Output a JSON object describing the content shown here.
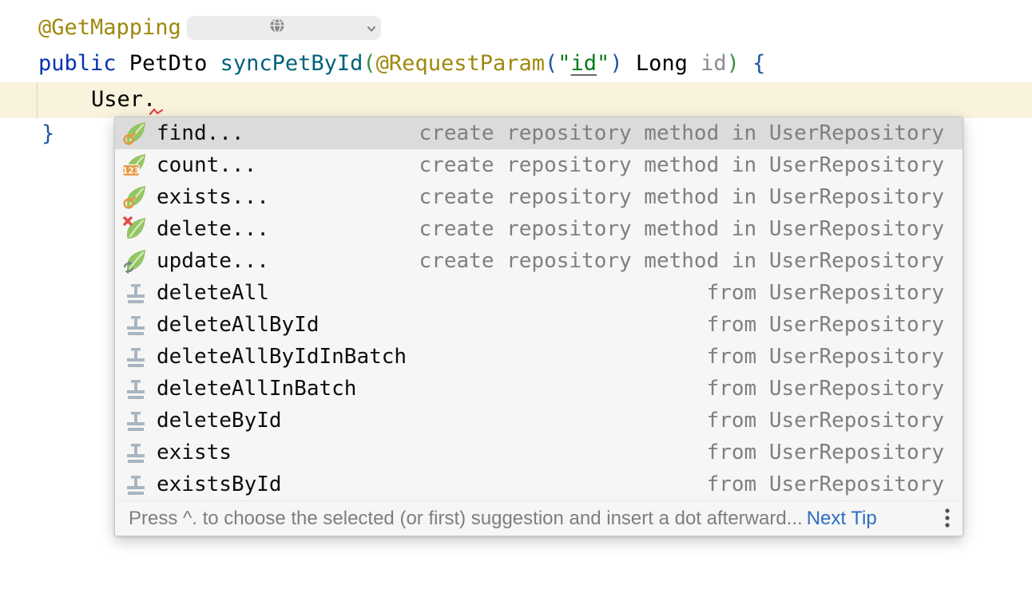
{
  "colors": {
    "annotation": "#9E880D",
    "keyword": "#0033B3",
    "method_decl": "#00627A",
    "string": "#067D17",
    "paren_outer": "#3A9142",
    "paren_inner": "#2056A6",
    "unused_param": "#8C8C8C",
    "caret_line_bg": "#F9F2DC",
    "popup_bg": "#F6F6F6",
    "selected_row_bg": "#DBDBDB",
    "desc_gray": "#7F7F7F",
    "link_blue": "#2D6EC2",
    "spring_leaf_green": "#94C663",
    "overlay_orange": "#E8963F",
    "overlay_red": "#E14B44",
    "repo_icon_gray": "#A9B6C0"
  },
  "code": {
    "line1": {
      "annotation": "@GetMapping"
    },
    "inlay": {
      "icon": "url-mapping-globe"
    },
    "line2": {
      "kw": "public ",
      "cls": "PetDto ",
      "method": "syncPetById",
      "open1": "(",
      "anno": "@RequestParam",
      "open2": "(",
      "quote1": "\"",
      "strval": "id",
      "quote2": "\"",
      "close2": ")",
      "mid": " Long ",
      "param": "id",
      "close1": ")",
      "brace": " {"
    },
    "line3": "User.",
    "line4": "}"
  },
  "popup": {
    "items": [
      {
        "label": "find...",
        "icon": "spring-find-icon",
        "desc": "create repository method in UserRepository",
        "selected": true
      },
      {
        "label": "count...",
        "icon": "spring-count-icon",
        "desc": "create repository method in UserRepository",
        "selected": false
      },
      {
        "label": "exists...",
        "icon": "spring-exists-icon",
        "desc": "create repository method in UserRepository",
        "selected": false
      },
      {
        "label": "delete...",
        "icon": "spring-delete-icon",
        "desc": "create repository method in UserRepository",
        "selected": false
      },
      {
        "label": "update...",
        "icon": "spring-update-icon",
        "desc": "create repository method in UserRepository",
        "selected": false
      },
      {
        "label": "deleteAll",
        "icon": "repository-method-icon",
        "desc": "from UserRepository",
        "selected": false
      },
      {
        "label": "deleteAllById",
        "icon": "repository-method-icon",
        "desc": "from UserRepository",
        "selected": false
      },
      {
        "label": "deleteAllByIdInBatch",
        "icon": "repository-method-icon",
        "desc": "from UserRepository",
        "selected": false
      },
      {
        "label": "deleteAllInBatch",
        "icon": "repository-method-icon",
        "desc": "from UserRepository",
        "selected": false
      },
      {
        "label": "deleteById",
        "icon": "repository-method-icon",
        "desc": "from UserRepository",
        "selected": false
      },
      {
        "label": "exists",
        "icon": "repository-method-icon",
        "desc": "from UserRepository",
        "selected": false
      },
      {
        "label": "existsById",
        "icon": "repository-method-icon",
        "desc": "from UserRepository",
        "selected": false
      }
    ],
    "footer": {
      "hint": "Press ^. to choose the selected (or first) suggestion and insert a dot afterward...",
      "link": "Next Tip",
      "menu_icon": "kebab-menu-icon"
    }
  }
}
